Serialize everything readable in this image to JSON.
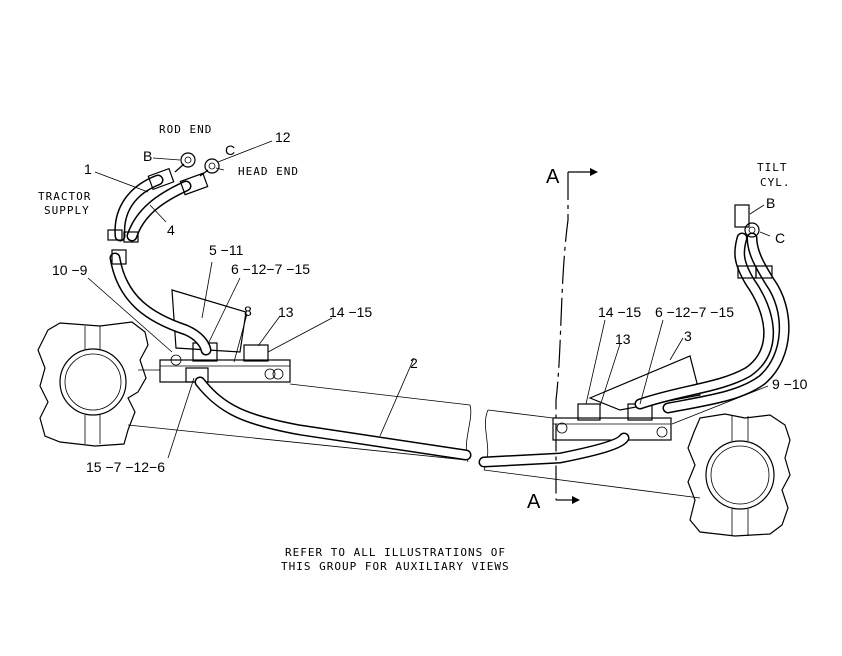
{
  "captions": {
    "rod_end": "ROD END",
    "head_end": "HEAD END",
    "tractor_supply_1": "TRACTOR",
    "tractor_supply_2": "SUPPLY",
    "tilt_1": "TILT",
    "tilt_2": "CYL.",
    "note_1": "REFER TO ALL ILLUSTRATIONS OF",
    "note_2": "THIS GROUP FOR AUXILIARY VIEWS"
  },
  "section_marks": {
    "top": "A",
    "bottom": "A"
  },
  "callouts": {
    "c1": "1",
    "c12": "12",
    "cB_left": "B",
    "cC_left": "C",
    "c4": "4",
    "c5_11": "5 −11",
    "c6_12_7_15_left": "6 −12−7 −15",
    "c10_9": "10 −9",
    "c8": "8",
    "c13_left": "13",
    "c14_15_left": "14 −15",
    "c2": "2",
    "c15_7_12_6": "15 −7 −12−6",
    "c14_15_right": "14 −15",
    "c6_12_7_15_right": "6 −12−7 −15",
    "c13_right": "13",
    "c3": "3",
    "c9_10": "9 −10",
    "cB_right": "B",
    "cC_right": "C"
  }
}
